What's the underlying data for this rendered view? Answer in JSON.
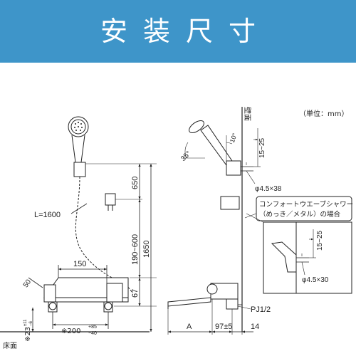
{
  "header": {
    "title": "安装尺寸",
    "background_color": "#3e95c9",
    "text_color": "#ffffff"
  },
  "unit_note": "（単位：mm）",
  "labels": {
    "hose_length": "L=1600",
    "wall_label": "壁面",
    "floor_label": "床面",
    "pipe_thread": "PJ1/2",
    "hole_spec_top": "φ4.5×38",
    "hole_spec_inset": "φ4.5×30",
    "callout_line1": "コンフォートウエーブシャワー",
    "callout_line2": "（めっき／メタル）の場合"
  },
  "dimensions": {
    "d_150": "150",
    "d_650": "650",
    "d_190_600": "190~600",
    "d_1650": "1650",
    "d_50": "50",
    "d_67": "67",
    "d_23": "23",
    "d_23_tol": "±11",
    "d_23_tol2": "−6",
    "d_200": "※200",
    "d_200_tol_up": "+85",
    "d_200_tol_low": "−40",
    "d_A": "A",
    "d_97": "97±5",
    "d_14": "14",
    "d_15_25_top": "15~25",
    "d_15_25_inset": "15~25",
    "angle_35": "35°",
    "angle_10": "10°",
    "star_23": "※"
  }
}
